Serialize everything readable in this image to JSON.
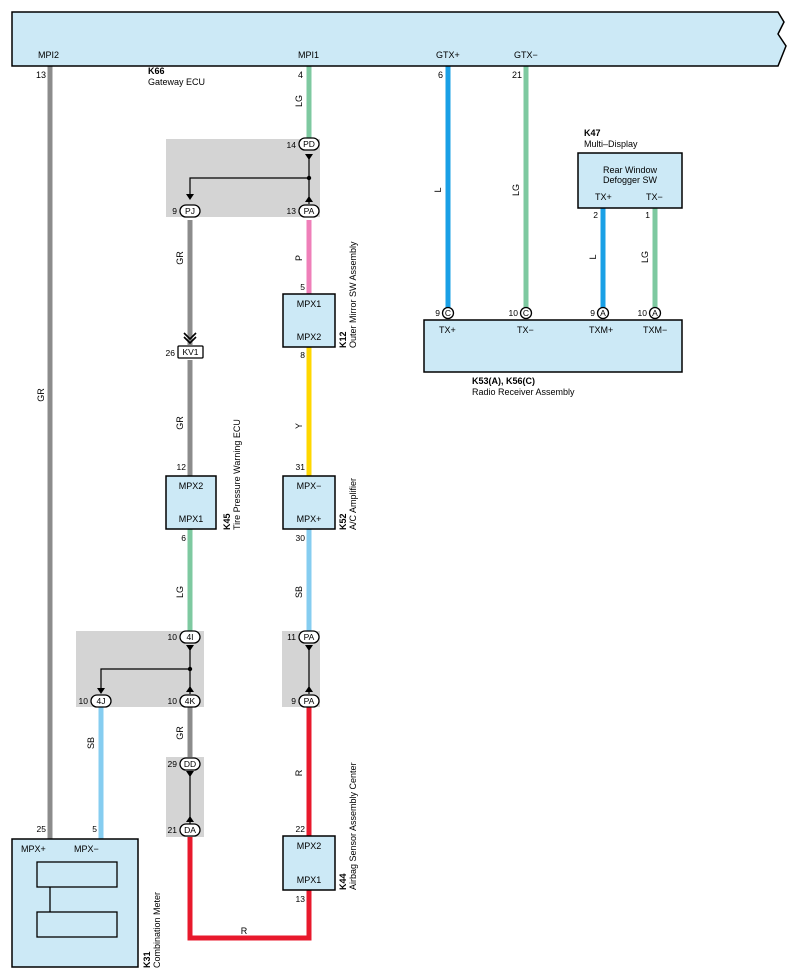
{
  "ecu_gateway": {
    "code": "K66",
    "name": "Gateway ECU",
    "mpi2": "MPI2",
    "mpi1": "MPI1",
    "gtx_plus": "GTX+",
    "gtx_minus": "GTX−",
    "pin_mpi2": "13",
    "pin_mpi1": "4",
    "pin_gtx_plus": "6",
    "pin_gtx_minus": "21"
  },
  "multi_display": {
    "code": "K47",
    "name": "Multi–Display",
    "sw_line1": "Rear Window",
    "sw_line2": "Defogger SW",
    "tx_plus": "TX+",
    "tx_minus": "TX−",
    "pin_tx_plus": "2",
    "pin_tx_minus": "1"
  },
  "radio": {
    "code": "K53(A), K56(C)",
    "name": "Radio Receiver Assembly",
    "tx_plus": "TX+",
    "tx_minus": "TX−",
    "txm_plus": "TXM+",
    "txm_minus": "TXM−",
    "pins": [
      "9",
      "10",
      "9",
      "10"
    ],
    "conns": [
      "C",
      "C",
      "A",
      "A"
    ]
  },
  "mirror": {
    "code": "K12",
    "name": "Outer Mirror SW Assembly",
    "mpx1": "MPX1",
    "mpx2": "MPX2",
    "pin_in": "5",
    "pin_out": "8"
  },
  "tire": {
    "code": "K45",
    "name": "Tire Pressure Warning ECU",
    "mpx2": "MPX2",
    "mpx1": "MPX1",
    "pin_in": "12",
    "pin_out": "6"
  },
  "ac": {
    "code": "K52",
    "name": "A/C Amplifier",
    "mpx_minus": "MPX−",
    "mpx_plus": "MPX+",
    "pin_in": "31",
    "pin_out": "30"
  },
  "airbag": {
    "code": "K44",
    "name": "Airbag Sensor Assembly Center",
    "mpx2": "MPX2",
    "mpx1": "MPX1",
    "pin_in": "22",
    "pin_out": "13"
  },
  "meter": {
    "code": "K31",
    "name": "Combination Meter",
    "mpx_plus": "MPX+",
    "mpx_minus": "MPX−",
    "pin_plus": "25",
    "pin_minus": "5"
  },
  "junctions": {
    "pd": {
      "pin": "14",
      "label": "PD"
    },
    "pj": {
      "pin": "9",
      "label": "PJ"
    },
    "pa_top": {
      "pin": "13",
      "label": "PA"
    },
    "kv1": {
      "pin": "26",
      "label": "KV1"
    },
    "j4i": {
      "pin": "10",
      "label": "4I"
    },
    "j4j": {
      "pin": "10",
      "label": "4J"
    },
    "j4k": {
      "pin": "10",
      "label": "4K"
    },
    "pa11": {
      "pin": "11",
      "label": "PA"
    },
    "pa9": {
      "pin": "9",
      "label": "PA"
    },
    "dd": {
      "pin": "29",
      "label": "DD"
    },
    "da": {
      "pin": "21",
      "label": "DA"
    }
  },
  "wire_colors": {
    "mpi2": "GR",
    "mpi1": "LG",
    "gtx_plus": "L",
    "gtx_minus": "LG",
    "md_plus": "L",
    "md_minus": "LG",
    "p": "P",
    "gr_upper": "GR",
    "gr_mid": "GR",
    "y": "Y",
    "lg_mid": "LG",
    "sb_mid": "SB",
    "sb_left": "SB",
    "gr_low": "GR",
    "r_right": "R",
    "r_bottom": "R"
  },
  "palette": {
    "GR": "#8c8c8c",
    "LG": "#7ec9a0",
    "L": "#1aa0e6",
    "P": "#ef7fb9",
    "Y": "#ffd700",
    "SB": "#86cdf0",
    "R": "#e8192c",
    "box": "#cce9f6",
    "junction": "#d4d4d4"
  }
}
